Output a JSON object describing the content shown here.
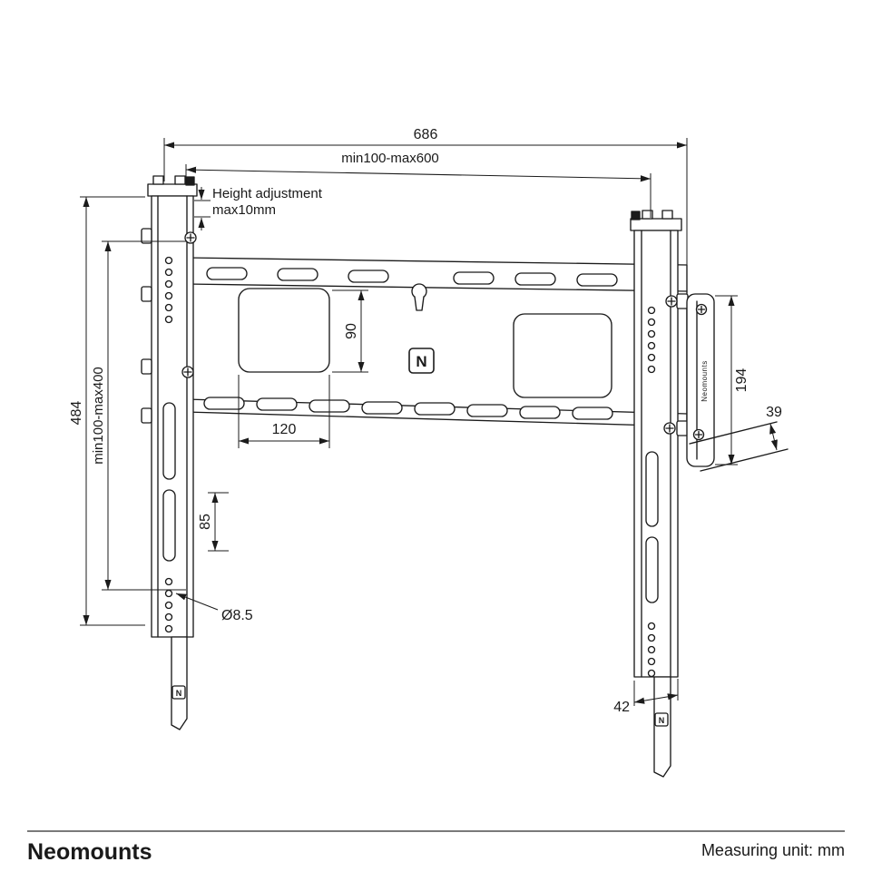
{
  "dimensions": {
    "total_width": "686",
    "vesa_width_range": "min100-max600",
    "height_adjustment_line1": "Height adjustment",
    "height_adjustment_line2": "max10mm",
    "total_height": "484",
    "vesa_height_range": "min100-max400",
    "opening_height": "90",
    "opening_width": "120",
    "slot_spacing": "85",
    "hole_diameter": "Ø8.5",
    "side_plate_height": "194",
    "depth": "39",
    "bracket_bottom_width": "42"
  },
  "branding": {
    "logo_letter": "N",
    "side_plate_label": "Neomounts",
    "footer_brand": "Neomounts"
  },
  "footer": {
    "measuring_unit_label": "Measuring unit: mm"
  }
}
